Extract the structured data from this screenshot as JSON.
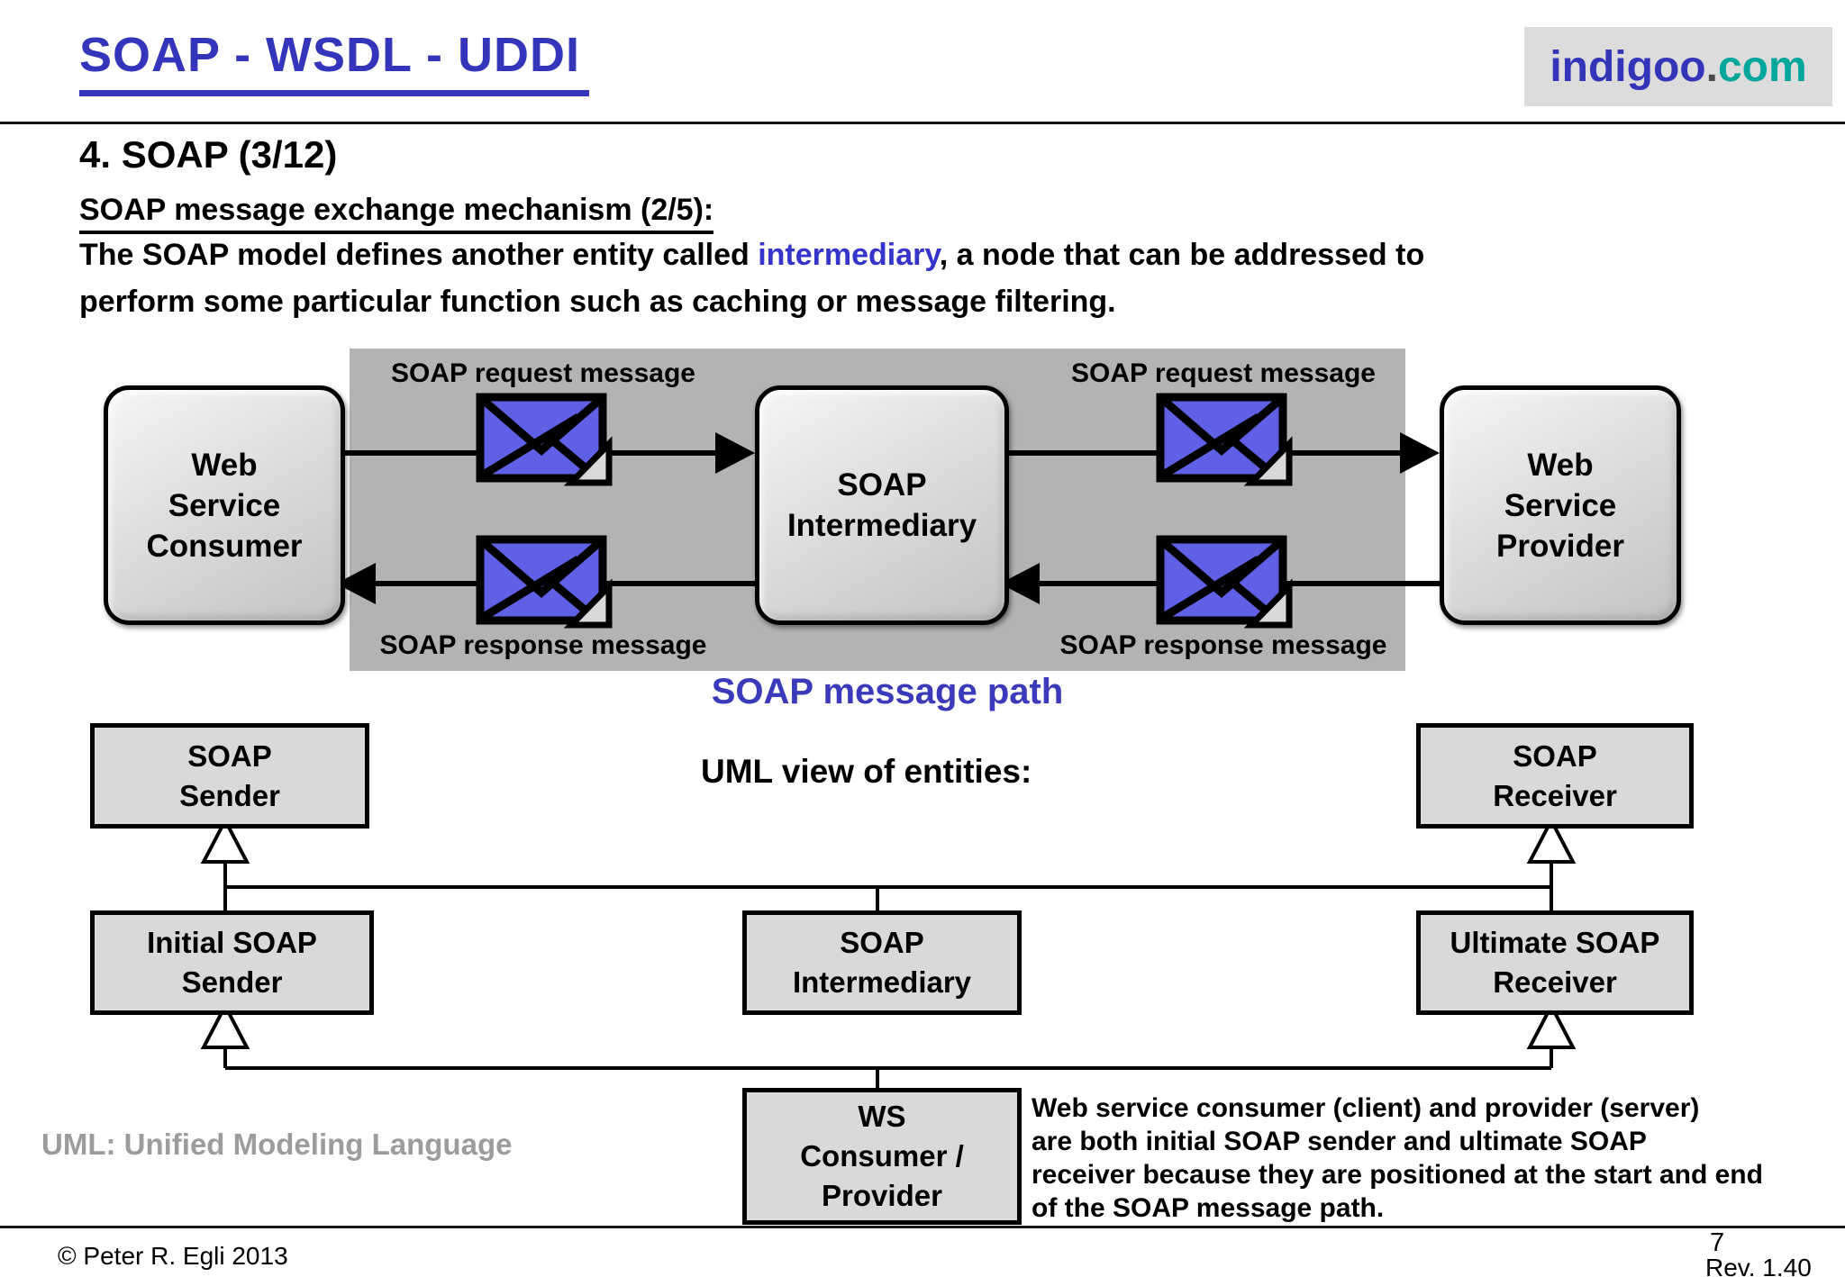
{
  "header": {
    "title": "SOAP - WSDL - UDDI",
    "logo_indigoo": "indigoo",
    "logo_dot": ".",
    "logo_com": "com"
  },
  "intro": {
    "section_title": "4. SOAP (3/12)",
    "subtitle": "SOAP message exchange mechanism (2/5):",
    "line1_before": "The SOAP model defines another entity called ",
    "line1_highlight": "intermediary",
    "line1_after": ", a node that can be addressed to",
    "line2": "perform some particular function such as caching or message filtering."
  },
  "diagram": {
    "consumer": [
      "Web",
      "Service",
      "Consumer"
    ],
    "intermediary": [
      "SOAP",
      "Intermediary"
    ],
    "provider": [
      "Web",
      "Service",
      "Provider"
    ],
    "request_label_left": "SOAP request message",
    "request_label_right": "SOAP request message",
    "response_label_left": "SOAP response message",
    "response_label_right": "SOAP response message",
    "caption": "SOAP message path"
  },
  "uml": {
    "heading": "UML view of entities:",
    "soap_sender": [
      "SOAP",
      "Sender"
    ],
    "soap_receiver": [
      "SOAP",
      "Receiver"
    ],
    "initial_soap_sender": [
      "Initial SOAP",
      "Sender"
    ],
    "soap_intermediary": [
      "SOAP",
      "Intermediary"
    ],
    "ultimate_soap_receiver": [
      "Ultimate SOAP",
      "Receiver"
    ],
    "ws_consumer_provider": [
      "WS",
      "Consumer /",
      "Provider"
    ],
    "note": "UML: Unified Modeling Language",
    "explanation": [
      "Web service consumer (client) and provider (server)",
      "are both initial SOAP sender and ultimate SOAP",
      "receiver because they are positioned at the start and end",
      "of the SOAP message path."
    ]
  },
  "footer": {
    "copyright": "© Peter R. Egli 2013",
    "page_number": "7",
    "revision": "Rev. 1.40"
  },
  "colors": {
    "accent_blue": "#3535BB",
    "highlight_blue": "#3535CC",
    "logo_blue": "#3434B8",
    "logo_teal": "#00A69C",
    "diagram_band_gray": "#B3B3B3",
    "envelope_blue": "#6060E6",
    "uml_box_gray": "#D9D9D9",
    "note_gray": "#9C9C9C"
  }
}
